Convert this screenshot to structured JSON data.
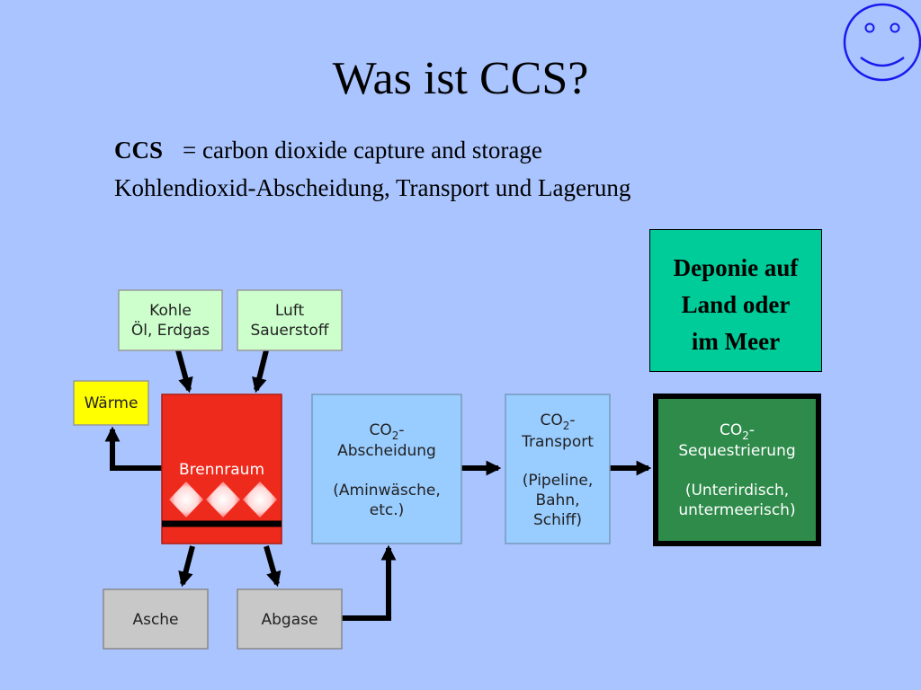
{
  "title": "Was ist CCS?",
  "definition": {
    "abbr": "CCS",
    "english": "= carbon dioxide capture and storage",
    "german": "Kohlendioxid-Abscheidung, Transport und Lagerung"
  },
  "callout": {
    "line1": "Deponie auf",
    "line2": "Land oder",
    "line3": "im Meer",
    "color": "#00cc99"
  },
  "smiley_icon": "smiley-face-icon",
  "diagram": {
    "fuel": {
      "line1": "Kohle",
      "line2": "Öl, Erdgas"
    },
    "air": {
      "line1": "Luft",
      "line2": "Sauerstoff"
    },
    "heat": "Wärme",
    "combustion": "Brennraum",
    "ash": "Asche",
    "flue_gas": "Abgase",
    "capture": {
      "co2": "CO",
      "sub": "2",
      "suffix": "-",
      "line2": "Abscheidung",
      "line3": "(Aminwäsche,",
      "line4": "etc.)"
    },
    "transport": {
      "co2": "CO",
      "sub": "2",
      "suffix": "-",
      "line2": "Transport",
      "line3": "(Pipeline,",
      "line4": "Bahn,",
      "line5": "Schiff)"
    },
    "sequestration": {
      "co2": "CO",
      "sub": "2",
      "suffix": "-",
      "line2": "Sequestrierung",
      "line3": "(Unterirdisch,",
      "line4": "untermeerisch)"
    }
  },
  "colors": {
    "background": "#a9c4ff",
    "input_box": "#ccffcc",
    "heat_box": "#ffff00",
    "combustion": "#ee2a1c",
    "gray_box": "#c8c8c8",
    "blue_box": "#99ccff",
    "sequestration": "#2e8b4a"
  }
}
